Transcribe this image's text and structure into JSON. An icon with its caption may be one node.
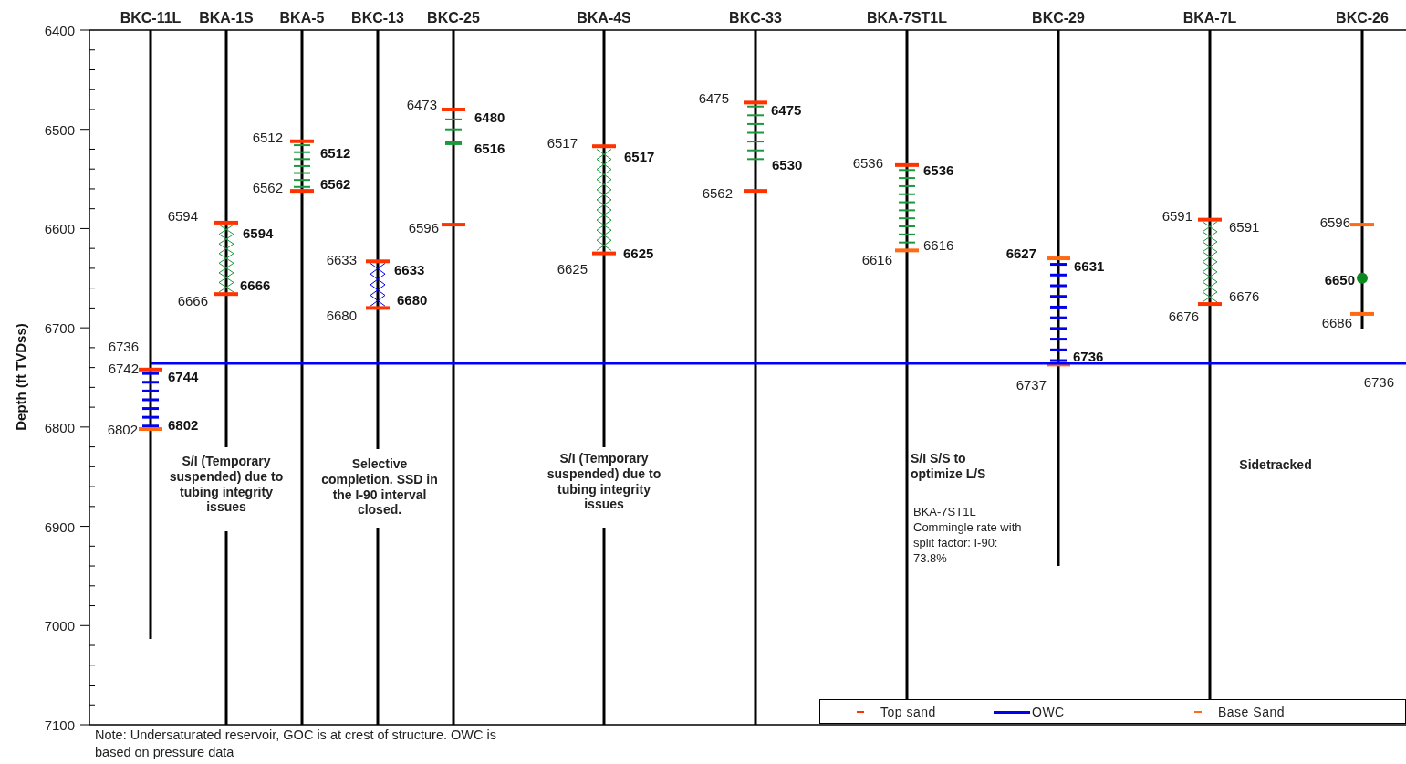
{
  "diagram": {
    "labels": [
      "BKC-11L",
      "BKA-1S",
      "BKA-5",
      "BKC-13",
      "BKC-25",
      "BKA-4S",
      "BKC-33",
      "BKA-7ST1L",
      "BKC-29",
      "BKA-7L",
      "BKC-26",
      "6400",
      "6500",
      "6600",
      "6700",
      "6800",
      "6900",
      "7000",
      "7100",
      "Depth (ft TVDss)",
      "6736",
      "6742",
      "6744",
      "6802",
      "6802",
      "6594",
      "6594",
      "6666",
      "6666",
      "6512",
      "6512",
      "6562",
      "6562",
      "6633",
      "6633",
      "6680",
      "6680",
      "6473",
      "6480",
      "6516",
      "6596",
      "6517",
      "6517",
      "6625",
      "6625",
      "6475",
      "6475",
      "6530",
      "6562",
      "6536",
      "6536",
      "6616",
      "6616",
      "6627",
      "6631",
      "6736",
      "6737",
      "6591",
      "6591",
      "6676",
      "6676",
      "6596",
      "6650",
      "6686",
      "6736",
      "S/I (Temporary suspended) due to tubing integrity issues",
      "Selective completion. SSD in the I-90 interval closed.",
      "S/I (Temporary suspended) due to tubing integrity issues",
      "S/I S/S to optimize L/S",
      "BKA-7ST1L Commingle rate with split factor: I-90: 73.8%",
      "Sidetracked",
      "Note: Undersaturated reservoir, GOC is at crest of structure. OWC is based on pressure data"
    ],
    "legend": [
      {
        "text": "Top sand"
      },
      {
        "text": "OWC"
      },
      {
        "text": "Base Sand"
      }
    ]
  }
}
